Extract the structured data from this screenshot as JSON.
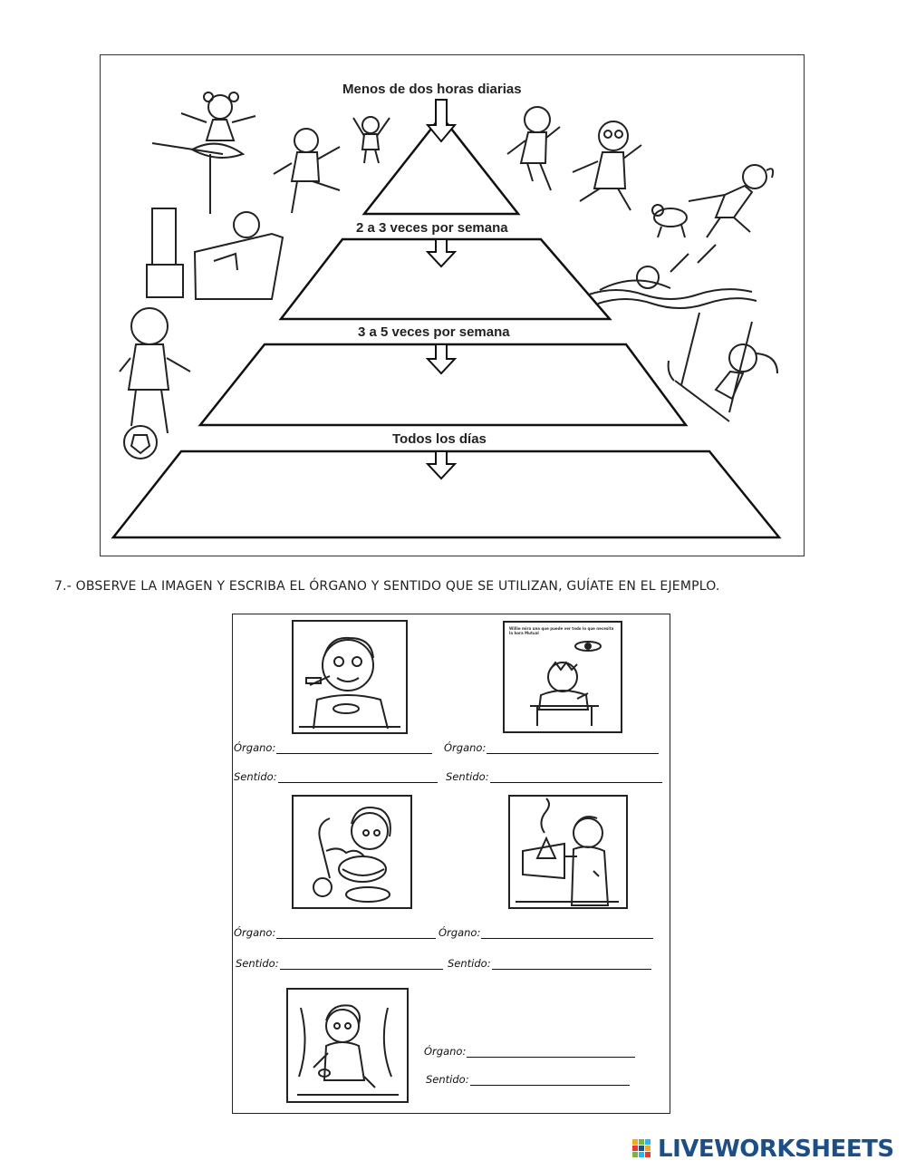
{
  "pyramid": {
    "levels": [
      "Menos de dos horas diarias",
      "2 a 3 veces por semana",
      "3 a 5 veces por semana",
      "Todos los días"
    ]
  },
  "instruction": "7.- OBSERVE LA IMAGEN Y ESCRIBA EL ÓRGANO Y SENTIDO QUE SE UTILIZAN, GUÍATE EN EL EJEMPLO.",
  "senses": {
    "organ_label": "Órgano:",
    "sense_label": "Sentido:",
    "items": [
      {
        "picture": "boy-brushing-teeth"
      },
      {
        "picture": "boy-reading-at-desk"
      },
      {
        "picture": "girl-hugging-toys"
      },
      {
        "picture": "man-smelling-food"
      },
      {
        "picture": "boy-singing-with-music-notes"
      }
    ],
    "picture_caption_small": "Willie mira una que puede ver todo lo que necesita la hora Mutual"
  },
  "brand": {
    "name": "LIVEWORKSHEETS",
    "colors": {
      "blue": "#1d4f86",
      "orange": "#f5a623",
      "green": "#7cb342",
      "red": "#e53935",
      "light_blue": "#29b6f6"
    }
  }
}
